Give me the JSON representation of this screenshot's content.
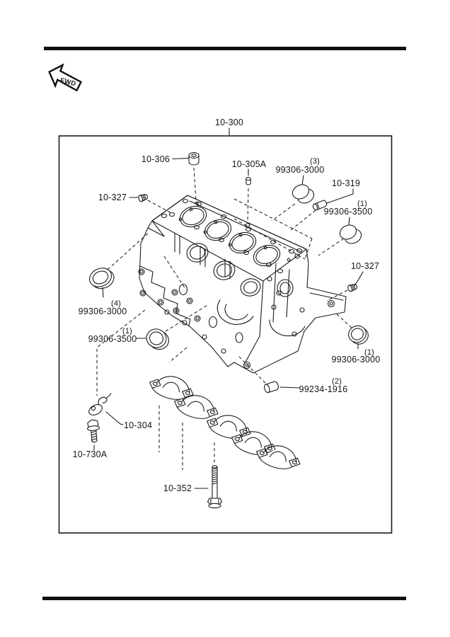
{
  "theme": {
    "ink": "#1a1a1a",
    "paper": "#ffffff"
  },
  "orientation": {
    "fwd_label": "FWD"
  },
  "assembly": {
    "label": "10-300"
  },
  "callouts": {
    "c10306": {
      "label": "10-306"
    },
    "c10305a": {
      "label": "10-305A"
    },
    "c99306_3000_top": {
      "qty": "(3)",
      "label": "99306-3000"
    },
    "c10319": {
      "label": "10-319"
    },
    "c99306_3500_right": {
      "qty": "(1)",
      "label": "99306-3500"
    },
    "c10327_left": {
      "label": "10-327"
    },
    "c99306_3000_left": {
      "qty": "(4)",
      "label": "99306-3000"
    },
    "c99306_3500_left": {
      "qty": "(1)",
      "label": "99306-3500"
    },
    "c10327_right": {
      "label": "10-327"
    },
    "c99306_3000_bright": {
      "qty": "(1)",
      "label": "99306-3000"
    },
    "c99234_1916": {
      "qty": "(2)",
      "label": "99234-1916"
    },
    "c10304": {
      "label": "10-304"
    },
    "c10730a": {
      "label": "10-730A"
    },
    "c10352": {
      "label": "10-352"
    }
  }
}
